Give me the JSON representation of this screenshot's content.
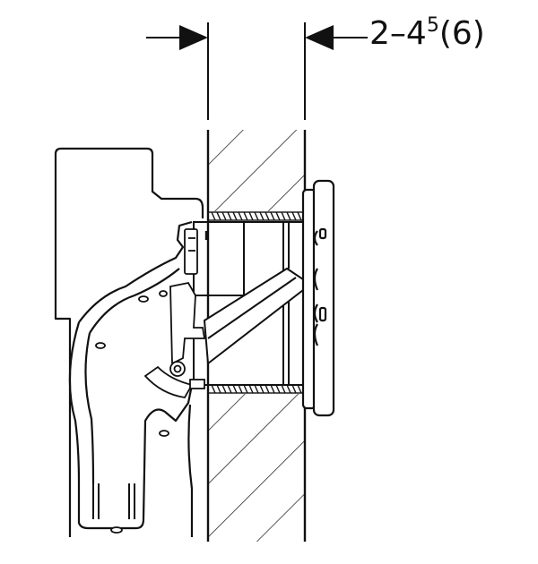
{
  "dimension": {
    "range_start": "2",
    "dash": "–",
    "range_end": "4",
    "superscript": "5",
    "alternative": "(6)"
  },
  "colors": {
    "line": "#111111",
    "background": "#ffffff"
  }
}
